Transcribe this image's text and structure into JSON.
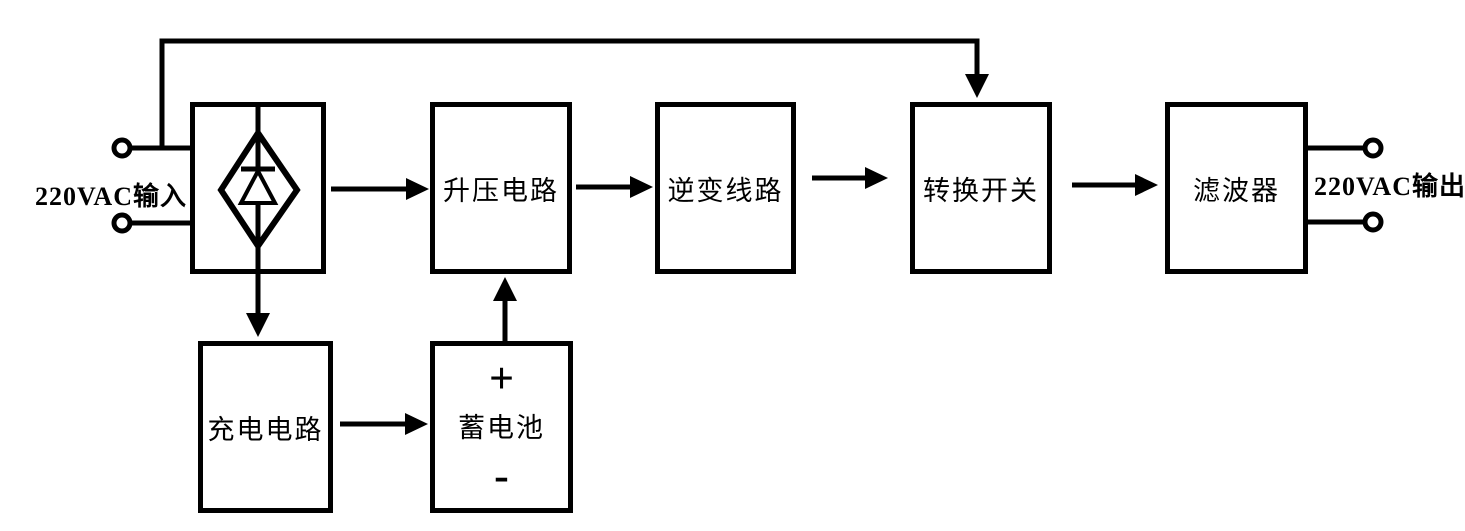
{
  "diagram": {
    "background_color": "#ffffff",
    "line_color": "#000000",
    "input": {
      "label": "220VAC输入"
    },
    "output": {
      "label": "220VAC输出"
    },
    "blocks": {
      "rectifier": {
        "symbol": "diode-rectifier-diamond"
      },
      "boost": {
        "label": "升压电路"
      },
      "inverter": {
        "label": "逆变线路"
      },
      "transfer_switch": {
        "label": "转换开关"
      },
      "filter": {
        "label": "滤波器"
      },
      "charger": {
        "label": "充电电路"
      },
      "battery": {
        "label": "蓄电池",
        "positive": "+",
        "negative": "-"
      }
    }
  }
}
